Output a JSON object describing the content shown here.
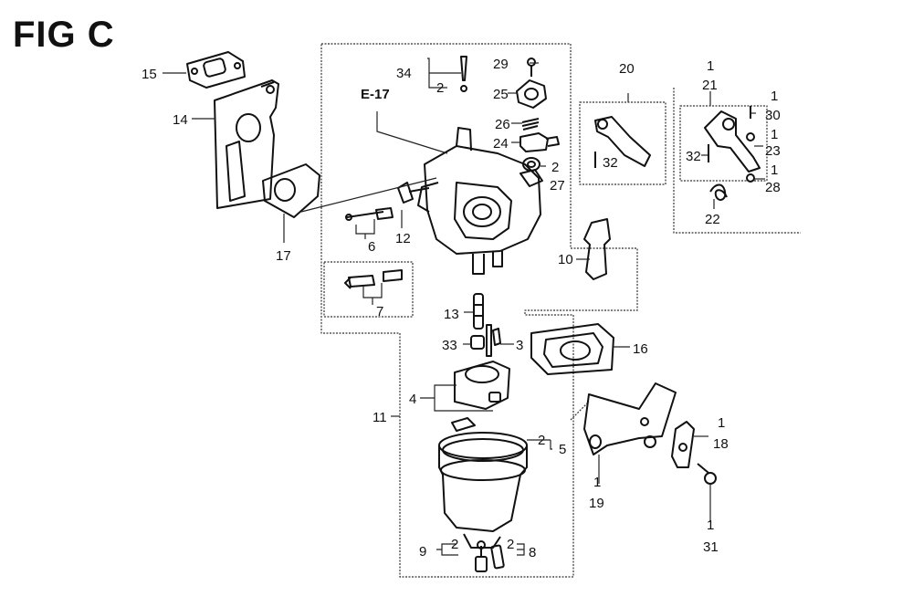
{
  "figure": {
    "title": "FIG C"
  },
  "reference": "E-17",
  "labels": {
    "l1_21": "1",
    "l21": "21",
    "l1_30": "1",
    "l30": "30",
    "l1_23": "1",
    "l23": "23",
    "l32b": "32",
    "l1_28": "1",
    "l28": "28",
    "l22": "22",
    "l20": "20",
    "l32a": "32",
    "l29": "29",
    "l25": "25",
    "l26": "26",
    "l24": "24",
    "l2_27": "2",
    "l27": "27",
    "l34": "34",
    "l2_34": "2",
    "l15": "15",
    "l14": "14",
    "l17": "17",
    "l6": "6",
    "l12": "12",
    "l7": "7",
    "l10": "10",
    "l13": "13",
    "l33": "33",
    "l3": "3",
    "l16": "16",
    "l4": "4",
    "l11": "11",
    "l2_5": "2",
    "l5": "5",
    "l1_18": "1",
    "l18": "18",
    "l1_19": "1",
    "l19": "19",
    "l1_31": "1",
    "l31": "31",
    "l9": "9",
    "l2_9": "2",
    "l2_8": "2",
    "l8": "8"
  }
}
